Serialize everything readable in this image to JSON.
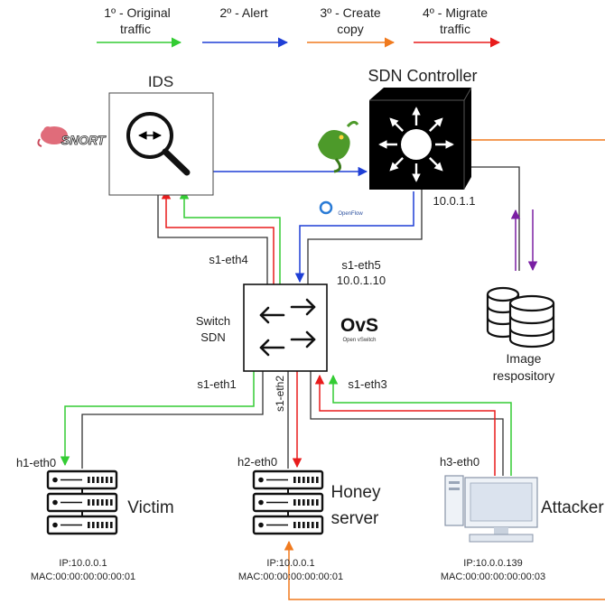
{
  "colors": {
    "original": "#33cc33",
    "alert": "#1f3fd6",
    "copy": "#f07a1e",
    "migrate": "#e81c1c",
    "image_repo": "#7a1fa3",
    "wire": "#333333"
  },
  "legend": {
    "original_l1": "1º - Original",
    "original_l2": "traffic",
    "alert": "2º - Alert",
    "copy_l1": "3º - Create",
    "copy_l2": "copy",
    "migrate_l1": "4º - Migrate",
    "migrate_l2": "traffic"
  },
  "ids": {
    "title": "IDS",
    "snort_logo": "SNORT"
  },
  "controller": {
    "title": "SDN Controller",
    "ip": "10.0.1.1",
    "openflow_logo": "OpenFlow"
  },
  "switch": {
    "label_l1": "Switch",
    "label_l2": "SDN",
    "ovs_logo": "OvS",
    "ovs_sub": "Open vSwitch",
    "eth1": "s1-eth1",
    "eth2": "s1-eth2",
    "eth3": "s1-eth3",
    "eth4": "s1-eth4",
    "eth5": "s1-eth5",
    "eth5_ip": "10.0.1.10"
  },
  "image_repo": {
    "label_l1": "Image",
    "label_l2": "respository"
  },
  "hosts": {
    "h1": {
      "iface": "h1-eth0",
      "name": "Victim",
      "ip": "IP:10.0.0.1",
      "mac": "MAC:00:00:00:00:00:01"
    },
    "h2": {
      "iface": "h2-eth0",
      "name_l1": "Honey",
      "name_l2": "server",
      "ip": "IP:10.0.0.1",
      "mac": "MAC:00:00:00:00:00:01"
    },
    "h3": {
      "iface": "h3-eth0",
      "name": "Attacker",
      "ip": "IP:10.0.0.139",
      "mac": "MAC:00:00:00:00:00:03"
    }
  }
}
